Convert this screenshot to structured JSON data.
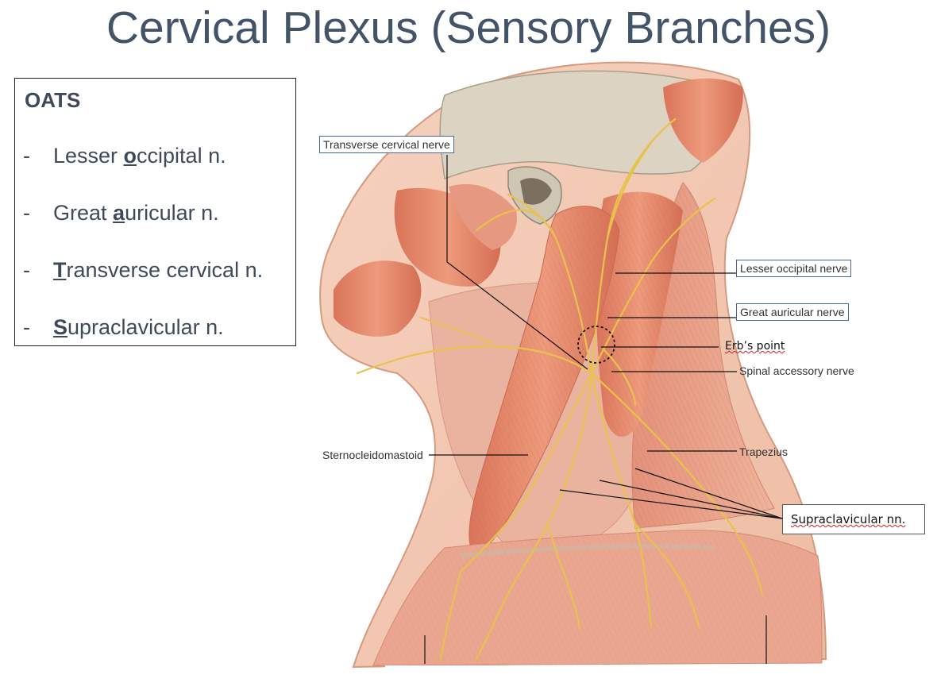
{
  "title": "Cervical Plexus (Sensory Branches)",
  "mnemonic": {
    "heading": "OATS",
    "items": [
      {
        "dash": "-",
        "pre": "Lesser ",
        "hl": "o",
        "post": "ccipital n."
      },
      {
        "dash": "-",
        "pre": "Great ",
        "hl": "a",
        "post": "uricular n."
      },
      {
        "dash": "-",
        "pre": "",
        "hl": "T",
        "post": "ransverse cervical n."
      },
      {
        "dash": "-",
        "pre": "",
        "hl": "S",
        "post": "upraclavicular n."
      }
    ]
  },
  "labels": {
    "transverse_cervical": "Transverse cervical nerve",
    "lesser_occipital": "Lesser occipital nerve",
    "great_auricular": "Great auricular nerve",
    "erbs_point": "Erb’s point",
    "spinal_accessory": "Spinal accessory nerve",
    "sternocleidomastoid": "Sternocleidomastoid",
    "trapezius": "Trapezius",
    "supraclavicular": "Supraclavicular nn."
  },
  "colors": {
    "title": "#445468",
    "muscle": "#e08a6c",
    "muscle_dark": "#c8664a",
    "skin": "#f2c6b0",
    "nerve": "#e8c24a",
    "bone": "#d8cfbf",
    "label_border": "#4a6590"
  }
}
